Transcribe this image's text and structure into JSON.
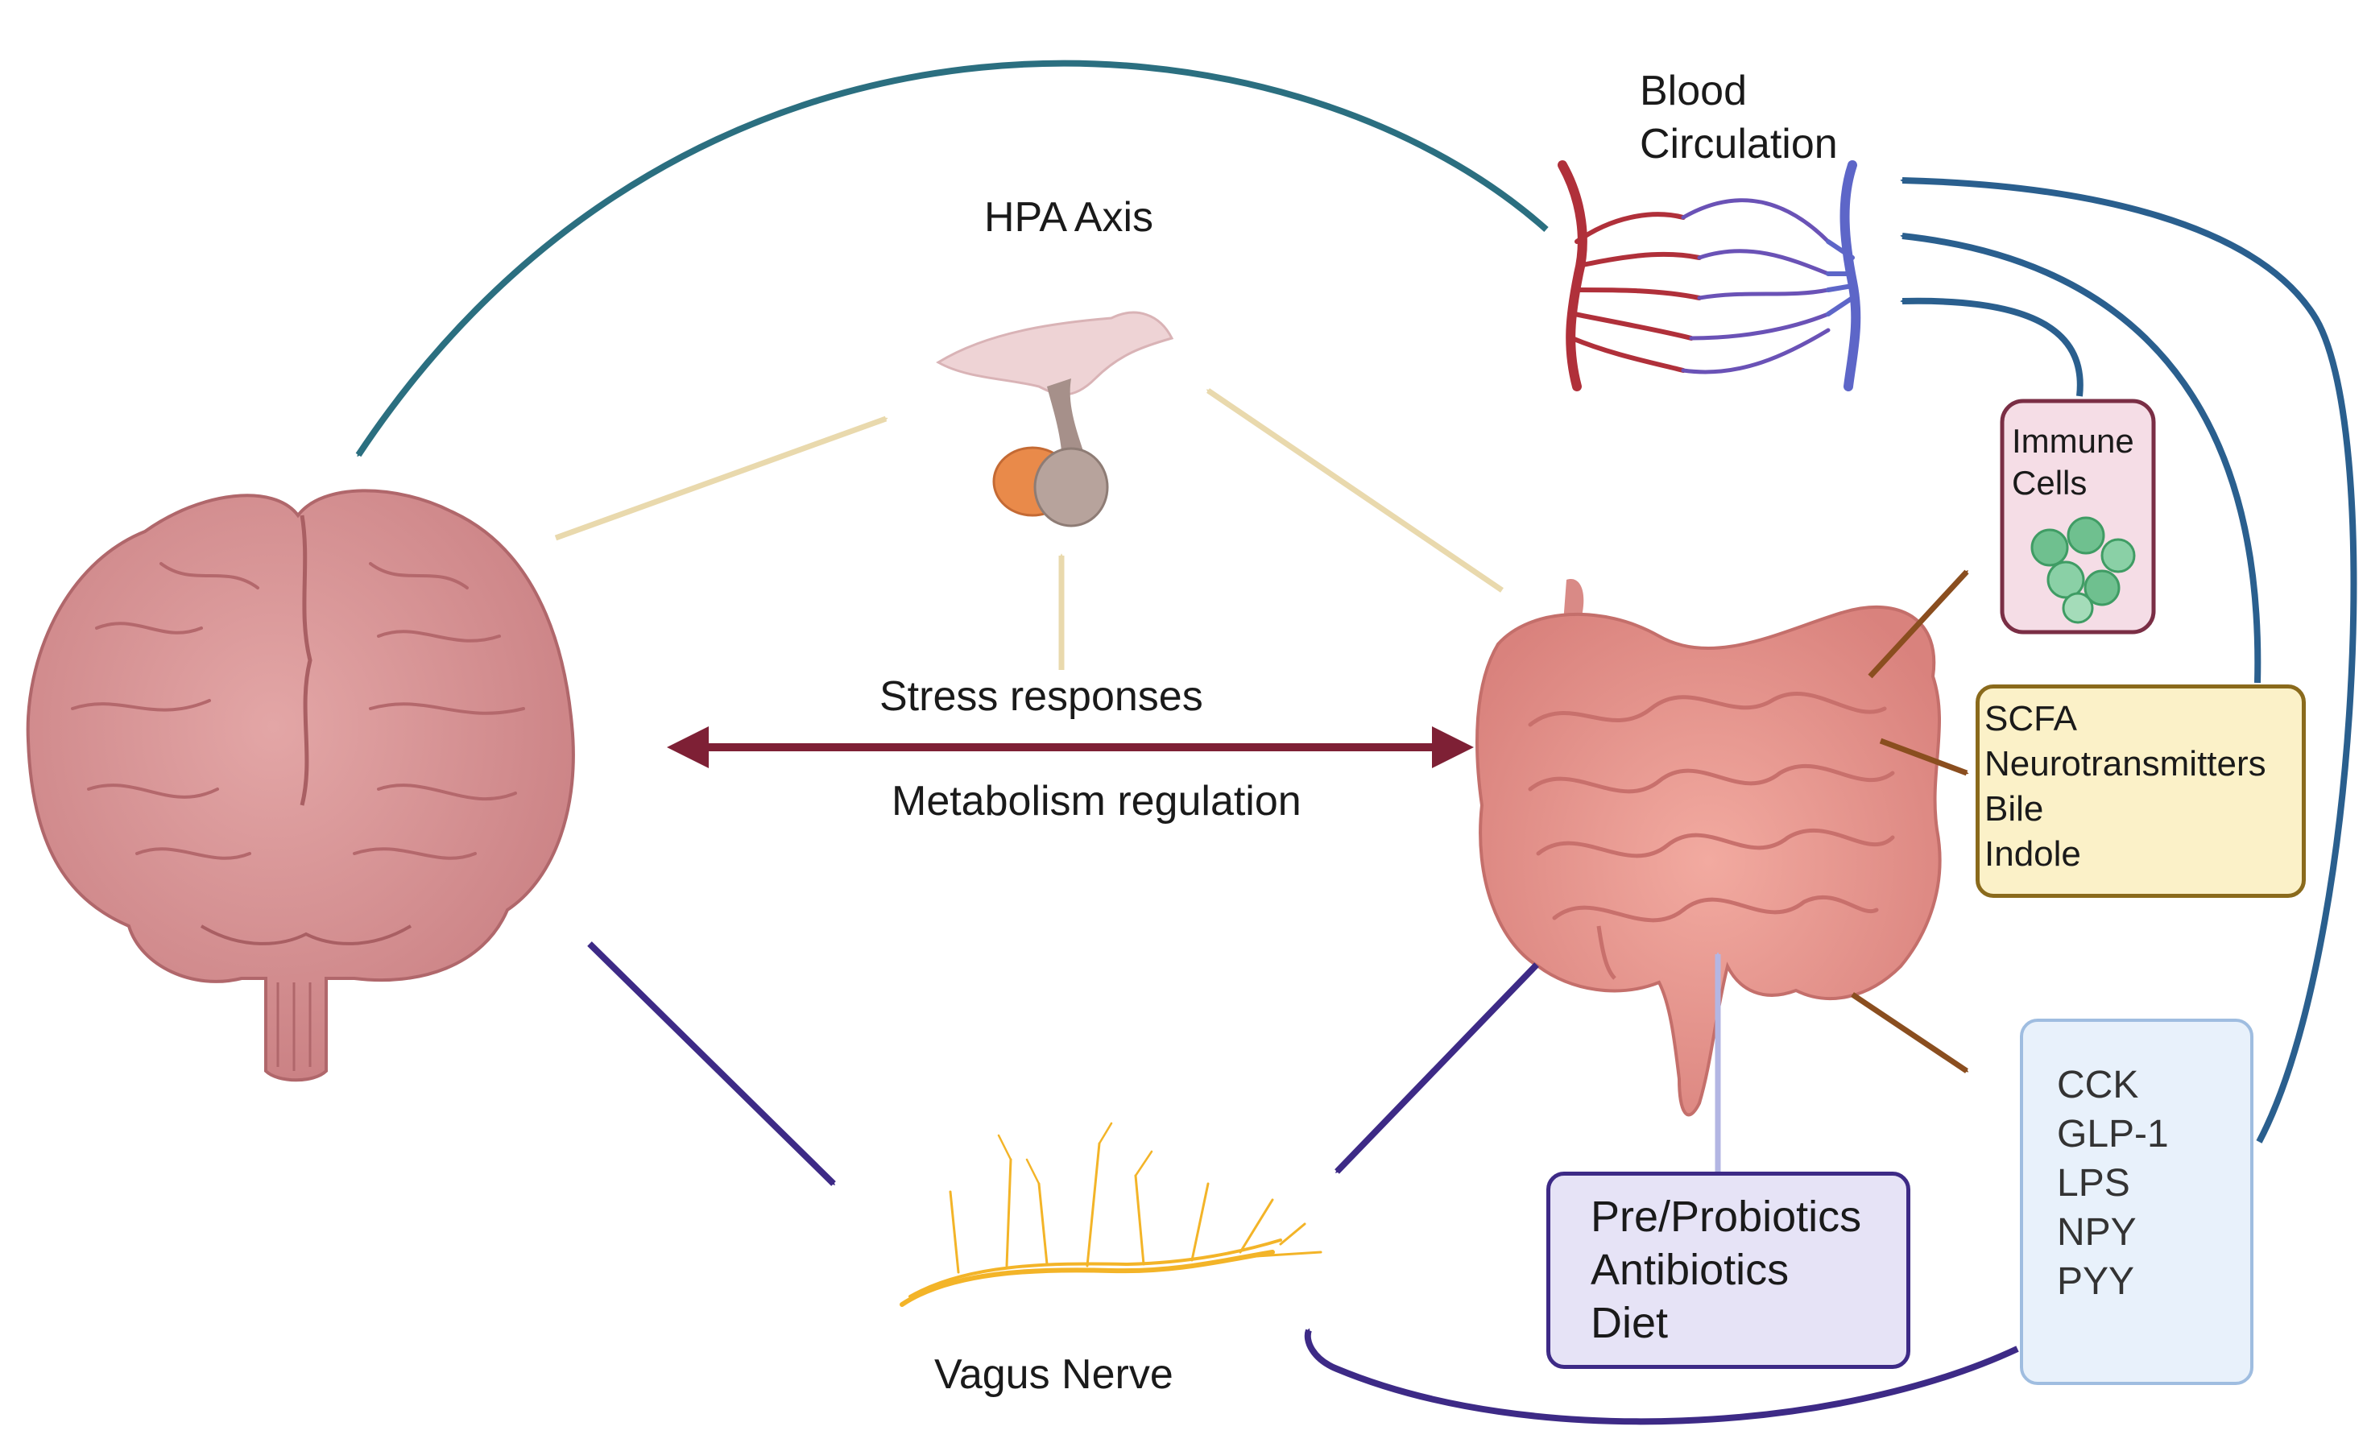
{
  "labels": {
    "blood_circulation": [
      "Blood",
      "Circulation"
    ],
    "hpa_axis": "HPA Axis",
    "stress_responses": "Stress responses",
    "metabolism_regulation": "Metabolism regulation",
    "vagus_nerve": "Vagus Nerve"
  },
  "boxes": {
    "immune_cells": [
      "Immune",
      "Cells"
    ],
    "gut_metabolites": [
      "SCFA",
      "Neurotransmitters",
      "Bile",
      "Indole"
    ],
    "gut_hormones": [
      "CCK",
      "GLP-1",
      "LPS",
      "NPY",
      "PYY"
    ],
    "interventions": [
      "Pre/Probiotics",
      "Antibiotics",
      "Diet"
    ]
  },
  "colors": {
    "teal_arrow": "#2b6f80",
    "blue_arrow": "#2a5f8e",
    "wine_arrow": "#7e2035",
    "purple_arrow": "#3d2a86",
    "tan_arrow": "#e9d9ad",
    "brown_arrow": "#8a4e1f",
    "lavender_arrow": "#b3b6e3",
    "brain": "#d59293",
    "gut": "#e5938c",
    "artery": "#b0303a",
    "vein": "#5d66c8",
    "nerve": "#f3b428"
  },
  "icons": [
    "brain-icon",
    "pituitary-gland-icon",
    "intestine-icon",
    "capillary-network-icon",
    "vagus-nerve-icon",
    "immune-cells-icon"
  ]
}
